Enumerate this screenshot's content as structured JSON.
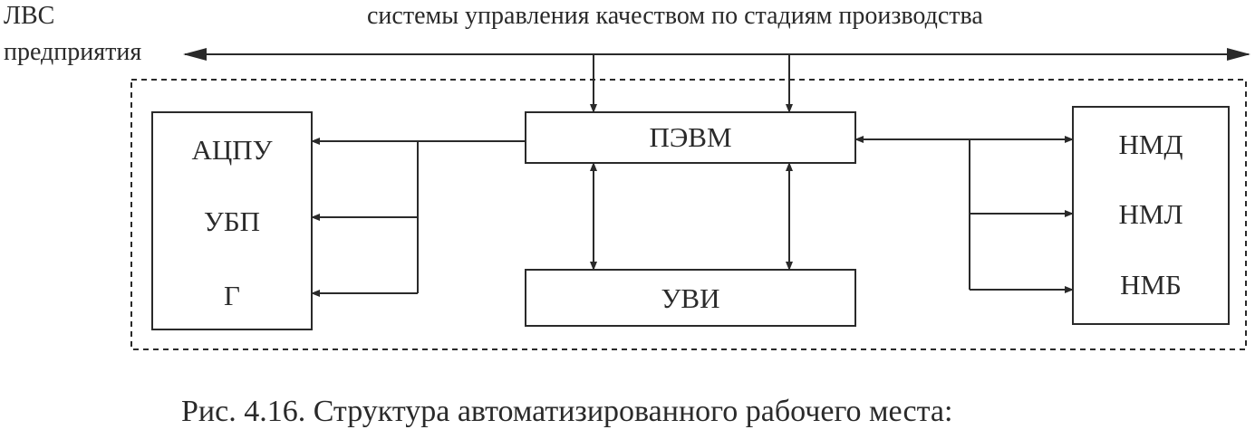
{
  "header": {
    "top_title": "системы управления качеством по стадиям производства",
    "lan_line1": "ЛВС",
    "lan_line2": "предприятия"
  },
  "blocks": {
    "pevm": "ПЭВМ",
    "uvi": "УВИ",
    "left_group": [
      "АЦПУ",
      "УБП",
      "Г"
    ],
    "right_group": [
      "НМД",
      "НМЛ",
      "НМБ"
    ]
  },
  "caption": "Рис. 4.16. Структура автоматизированного рабочего места:"
}
